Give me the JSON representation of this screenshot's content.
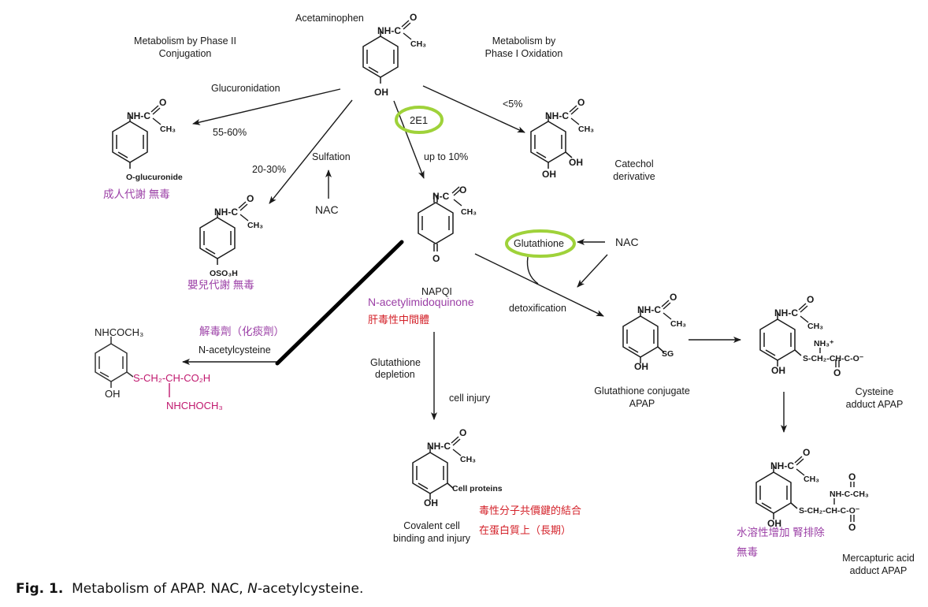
{
  "diagram": {
    "title_labels": {
      "acetaminophen": "Acetaminophen",
      "phase2_line1": "Metabolism by Phase II",
      "phase2_line2": "Conjugation",
      "phase1_line1": "Metabolism by",
      "phase1_line2": "Phase I Oxidation"
    },
    "pathways": {
      "glucuronidation": "Glucuronidation",
      "glucuronidation_pct": "55-60%",
      "sulfation": "Sulfation",
      "sulfation_pct": "20-30%",
      "nac_sulfation": "NAC",
      "enzyme_2e1": "2E1",
      "napqi_pct": "up to 10%",
      "catechol_pct": "<5%",
      "detoxification": "detoxification",
      "glutathione": "Glutathione",
      "nac_glutathione": "NAC",
      "glutathione_depletion_line1": "Glutathione",
      "glutathione_depletion_line2": "depletion",
      "cell_injury": "cell injury"
    },
    "molecules": {
      "acetaminophen": {
        "top": "NH-C",
        "o": "O",
        "ch3": "CH₃",
        "bottom": "OH"
      },
      "glucuronide": {
        "top": "NH-C",
        "o": "O",
        "ch3": "CH₃",
        "bottom": "O-glucuronide",
        "note_zh": "成人代謝 無毒"
      },
      "sulfate": {
        "top": "NH-C",
        "o": "O",
        "ch3": "CH₃",
        "bottom": "OSO₃H",
        "note_zh": "嬰兒代謝 無毒"
      },
      "catechol": {
        "top": "NH-C",
        "o": "O",
        "ch3": "CH₃",
        "oh1": "OH",
        "oh2": "OH",
        "name_line1": "Catechol",
        "name_line2": "derivative"
      },
      "napqi": {
        "top": "N-C",
        "o": "O",
        "ch3": "CH₃",
        "bottom": "O",
        "name": "NAPQI",
        "name_full": "N-acetylimidoquinone",
        "note_zh": "肝毒性中間體"
      },
      "nac_adduct": {
        "top": "NHCOCH₃",
        "side": "S-CH₂-CH-CO₂H",
        "sub": "NHCHOCH₃",
        "bottom": "OH",
        "arrow_label_zh": "解毒劑（化痰劑）",
        "arrow_label_en": "N-acetylcysteine"
      },
      "gsh_conjugate": {
        "top": "NH-C",
        "o": "O",
        "ch3": "CH₃",
        "sg": "SG",
        "bottom": "OH",
        "name_line1": "Glutathione conjugate",
        "name_line2": "APAP"
      },
      "cysteine_adduct": {
        "top": "NH-C",
        "o": "O",
        "ch3": "CH₃",
        "nh3": "NH₃⁺",
        "side": "S-CH₂-CH-C-O⁻",
        "o2": "O",
        "bottom": "OH",
        "name_line1": "Cysteine",
        "name_line2": "adduct APAP"
      },
      "mercapturic": {
        "top": "NH-C",
        "o": "O",
        "ch3": "CH₃",
        "acetyl": "NH-C-CH₃",
        "o_top": "O",
        "side": "S-CH₂-CH-C-O⁻",
        "o2": "O",
        "bottom": "OH",
        "name_line1": "Mercapturic acid",
        "name_line2": "adduct APAP",
        "note_zh_1": "水溶性增加 腎排除",
        "note_zh_2": "無毒"
      },
      "protein_adduct": {
        "top": "NH-C",
        "o": "O",
        "ch3": "CH₃",
        "side": "Cell proteins",
        "bottom": "OH",
        "name_line1": "Covalent cell",
        "name_line2": "binding and injury",
        "note_zh_1": "毒性分子共價鍵的結合",
        "note_zh_2": "在蛋白質上（長期）"
      }
    },
    "colors": {
      "highlight_ring": "#9fd23a",
      "annotation_purple": "#9b3fa6",
      "annotation_red": "#d4222a",
      "structure_magenta": "#c0186e"
    }
  },
  "caption": {
    "fig": "Fig. 1.",
    "text_prefix": "Metabolism of APAP. NAC, ",
    "italic": "N",
    "text_suffix": "-acetylcysteine."
  }
}
